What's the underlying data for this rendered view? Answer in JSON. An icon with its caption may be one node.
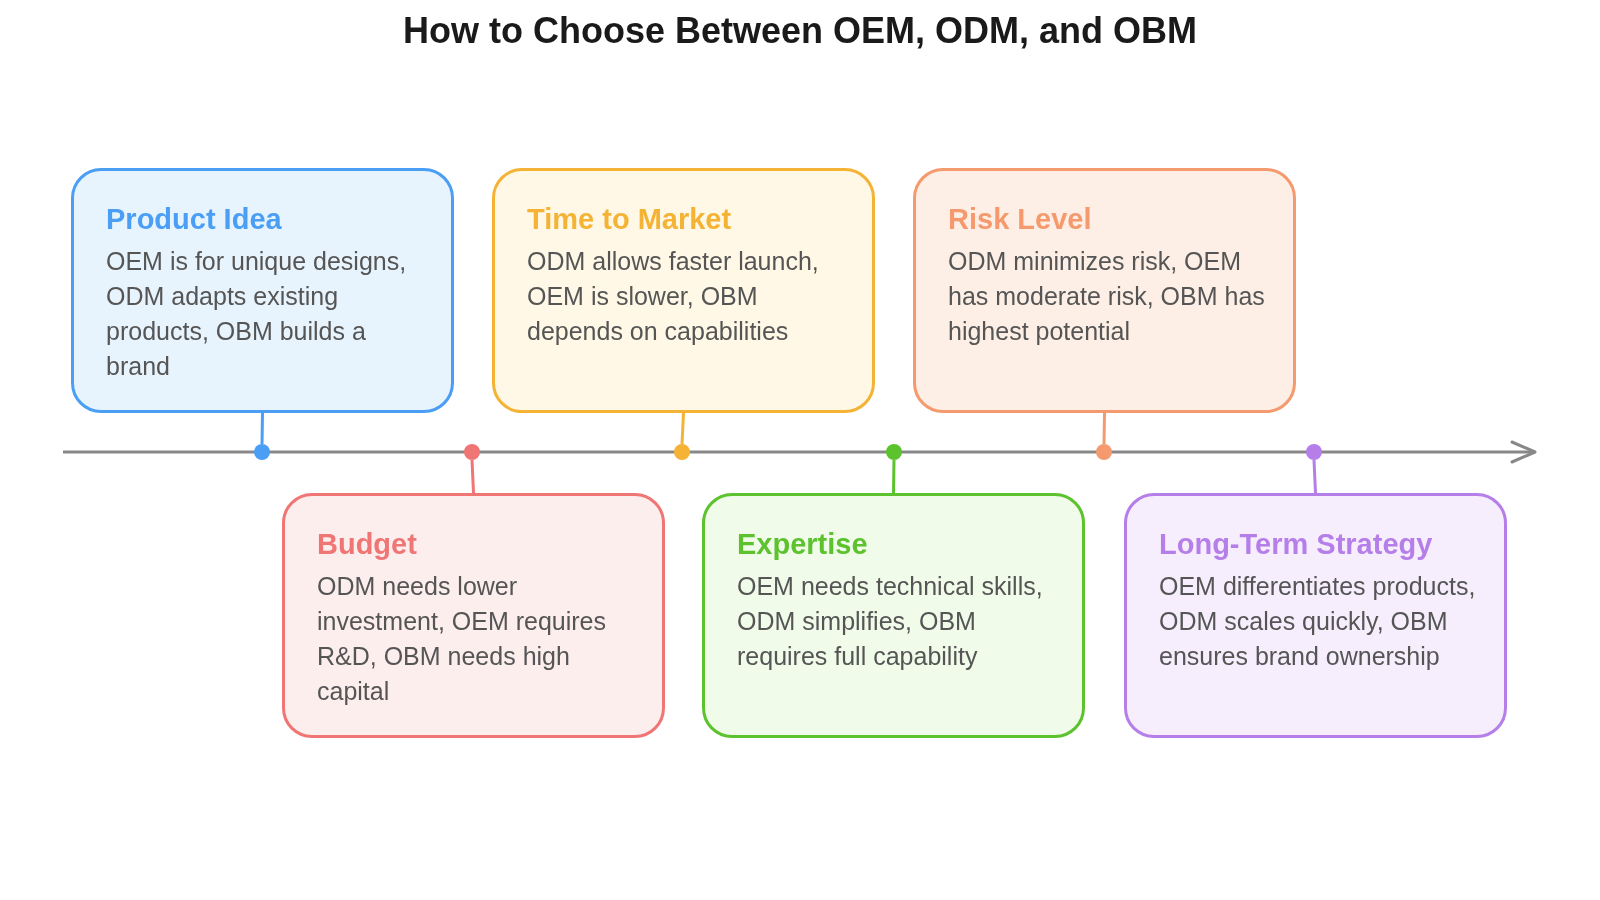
{
  "diagram": {
    "title": "How to Choose Between OEM, ODM, and OBM",
    "nodes": [
      {
        "text": [
          "Product Idea",
          "OEM is for unique designs, ODM adapts existing products, OBM builds a brand"
        ]
      },
      {
        "text": [
          "Budget",
          "ODM needs lower investment, OEM requires R&D, OBM needs high capital"
        ]
      },
      {
        "text": [
          "Time to Market",
          "ODM allows faster launch, OEM is slower, OBM depends on capabilities"
        ]
      },
      {
        "text": [
          "Expertise",
          "OEM needs technical skills, ODM simplifies, OBM requires full capability"
        ]
      },
      {
        "text": [
          "Risk Level",
          "ODM minimizes risk, OEM has moderate risk, OBM has highest potential"
        ]
      },
      {
        "text": [
          "Long-Term Strategy",
          "OEM differentiates products, ODM scales quickly, OBM ensures brand ownership"
        ]
      },
      {
        "text": [],
        "shape": "circle"
      },
      {
        "text": [],
        "shape": "circle"
      },
      {
        "text": [],
        "shape": "circle"
      },
      {
        "text": [],
        "shape": "circle"
      },
      {
        "text": [],
        "shape": "circle"
      },
      {
        "text": [],
        "shape": "circle"
      }
    ],
    "edges": [
      {
        "from": 0,
        "to": 6,
        "arrow": "none",
        "color": "#4a9ff5"
      },
      {
        "from": 1,
        "to": 7,
        "arrow": "none",
        "color": "#f07575"
      },
      {
        "from": 2,
        "to": 8,
        "arrow": "none",
        "color": "#f5b335"
      },
      {
        "from": 3,
        "to": 9,
        "arrow": "none",
        "color": "#5cc22e"
      },
      {
        "from": 4,
        "to": 10,
        "arrow": "none",
        "color": "#f59a6e"
      },
      {
        "from": 5,
        "to": 11,
        "arrow": "none",
        "color": "#b57ee8"
      }
    ]
  }
}
